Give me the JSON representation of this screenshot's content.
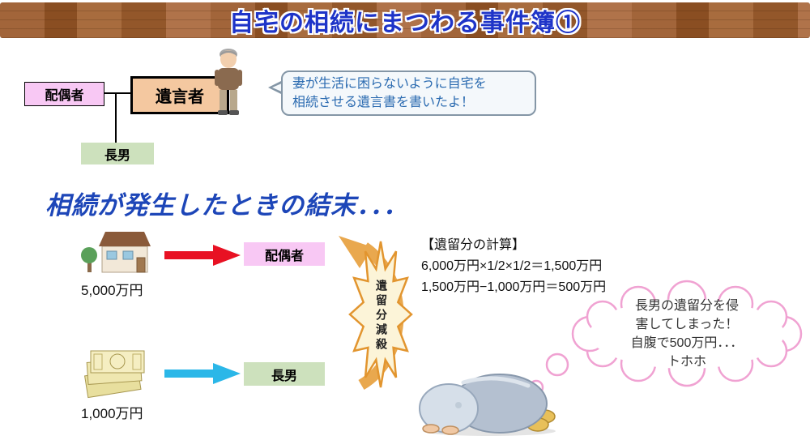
{
  "header": {
    "title": "自宅の相続にまつわる事件簿①"
  },
  "family_tree": {
    "spouse_label": "配偶者",
    "testator_label": "遺言者",
    "son_label": "長男",
    "speech_line1": "妻が生活に困らないように自宅を",
    "speech_line2": "相続させる遺言書を書いたよ！"
  },
  "section": {
    "title": "相続が発生したときの結末．．．"
  },
  "outcome": {
    "house_value": "5,000万円",
    "house_recipient": "配偶者",
    "money_value": "1,000万円",
    "money_recipient": "長男",
    "starburst_text": "遺留分減殺"
  },
  "calculation": {
    "heading": "【遺留分の計算】",
    "line1": "6,000万円×1/2×1/2＝1,500万円",
    "line2": "1,500万円−1,000万円＝500万円"
  },
  "thought": {
    "lines": [
      "長男の遺留分を侵",
      "害してしまった！",
      "自腹で500万円．．．",
      "トホホ"
    ]
  },
  "icons": {
    "old_man": "old-man-illustration",
    "house": "house-illustration",
    "money": "money-bills-illustration",
    "bowing_person": "bowing-person-illustration",
    "starburst": "starburst-shape",
    "thought_cloud": "thought-cloud-shape"
  },
  "colors": {
    "title_blue": "#1e34c8",
    "spouse_pink": "#f8c8f4",
    "son_green": "#cde1bd",
    "testator_orange": "#f4c8a0",
    "red_arrow": "#e81123",
    "cyan_arrow": "#2bb7e8",
    "burst_orange": "#e2952f",
    "cloud_pink": "#f0a2d2",
    "speech_text_blue": "#2a6ab0",
    "section_title_blue": "#1d46b8"
  }
}
